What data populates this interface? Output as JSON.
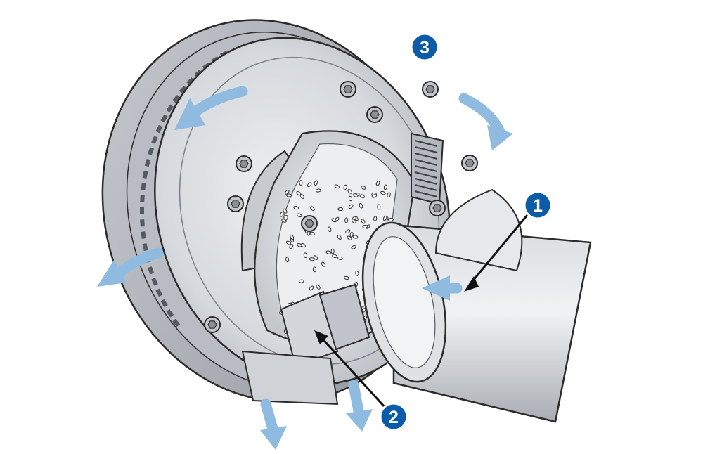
{
  "colors": {
    "background": "#ffffff",
    "metal_light": "#e3e5e8",
    "metal_mid": "#c9ccd1",
    "metal_dark": "#9a9ea5",
    "outline": "#2b2b2b",
    "flow_arrow": "#8fbbe0",
    "callout_fill": "#0a5ca8",
    "callout_ring": "#ffffff"
  },
  "callouts": [
    {
      "label": "1",
      "meaning": "inlet-airflow"
    },
    {
      "label": "2",
      "meaning": "cutting-chamber"
    },
    {
      "label": "3",
      "meaning": "housing"
    }
  ],
  "icons": {
    "flow_arrow": "flow-arrow-icon",
    "bolt": "bolt-icon"
  }
}
